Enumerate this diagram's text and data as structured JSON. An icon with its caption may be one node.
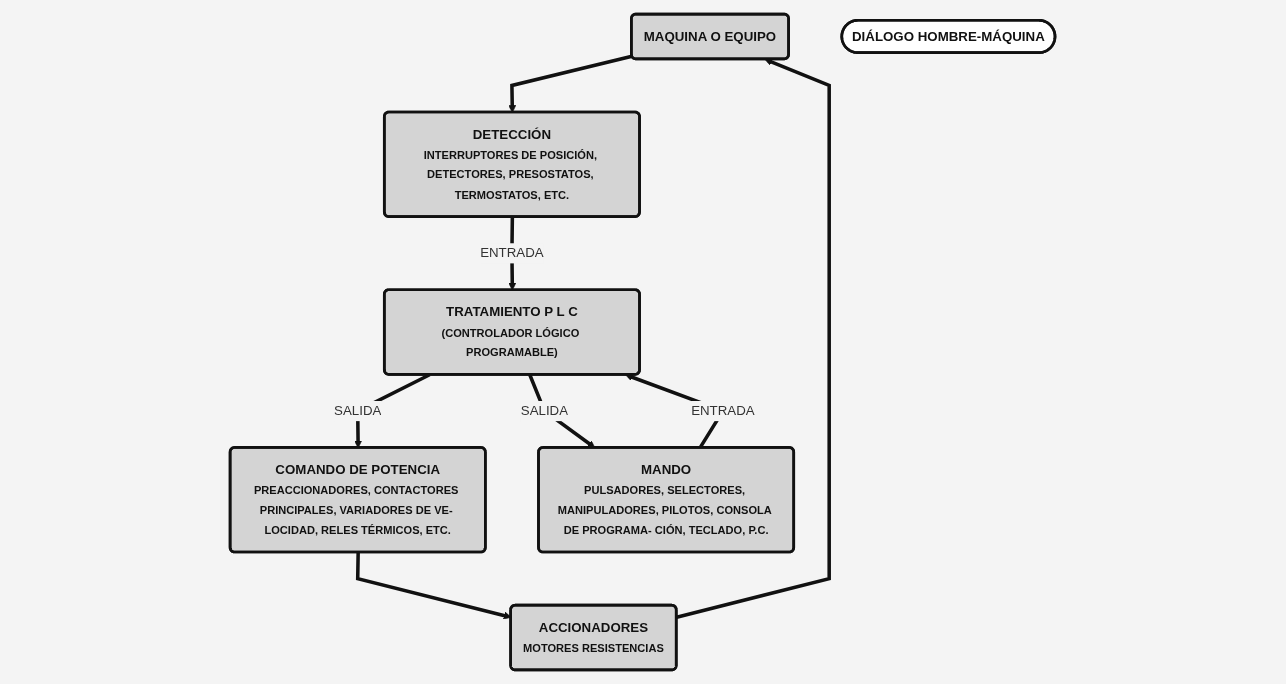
{
  "diagram": {
    "nodes": [
      {
        "text": [
          "MAQUINA O EQUIPO"
        ]
      },
      {
        "text": [
          "ACCIONADORES",
          "MOTORES RESISTENCIAS"
        ]
      },
      {
        "text": [
          "DETECCIÓN",
          "INTERRUPTORES DE POSICIÓN, DETECTORES, PRESOSTATOS, TERMOSTATOS, ETC."
        ]
      },
      {
        "text": [
          "TRATAMIENTO P L C",
          "(CONTROLADOR LÓGICO PROGRAMABLE)"
        ]
      },
      {
        "text": [
          "COMANDO DE POTENCIA",
          "PREACCIONADORES, CONTACTORES PRINCIPALES, VARIADORES DE VE- LOCIDAD, RELES TÉRMICOS, ETC."
        ]
      },
      {
        "text": [
          "DIÁLOGO HOMBRE-MÁQUINA"
        ]
      },
      {
        "text": [
          "MANDO",
          "PULSADORES, SELECTORES, MANIPULADORES, PILOTOS, CONSOLA DE PROGRAMA- CIÓN, TECLADO, P.C."
        ]
      }
    ],
    "edges": [
      {
        "from": 1,
        "to": 0,
        "arrow": "to"
      },
      {
        "from": 0,
        "to": 2,
        "arrow": "to"
      },
      {
        "from": 2,
        "to": 3,
        "arrow": "to",
        "label": "ENTRADA"
      },
      {
        "from": 3,
        "to": 4,
        "arrow": "to",
        "label": "SALIDA"
      },
      {
        "from": 4,
        "to": 1,
        "arrow": "to"
      },
      {
        "from": 6,
        "to": 3,
        "arrow": "to",
        "label": "ENTRADA"
      },
      {
        "from": 3,
        "to": 6,
        "arrow": "to",
        "label": "SALIDA"
      }
    ]
  }
}
